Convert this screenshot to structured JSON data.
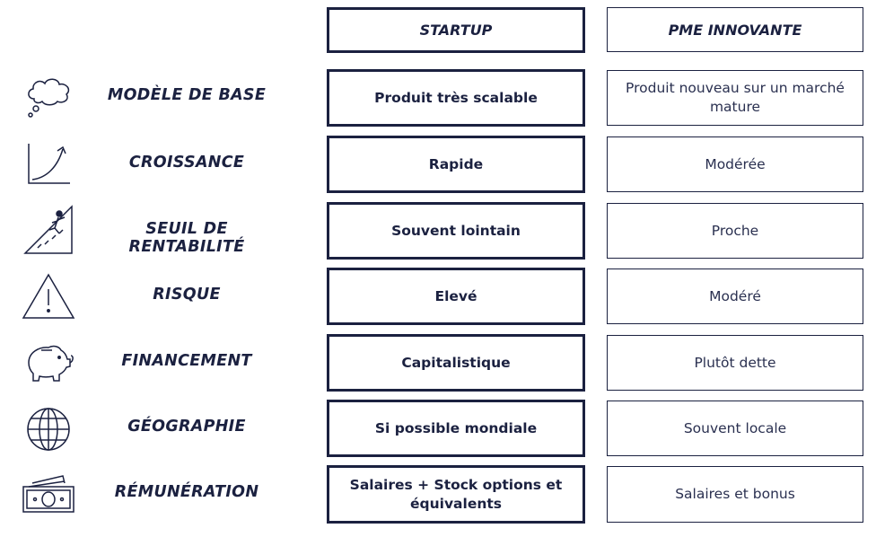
{
  "header": {
    "startup": "STARTUP",
    "pme": "PME INNOVANTE"
  },
  "rows": [
    {
      "icon": "cloud-thought-icon",
      "label": "MODÈLE DE BASE",
      "startup": "Produit très scalable",
      "pme": "Produit nouveau sur un marché mature"
    },
    {
      "icon": "growth-chart-icon",
      "label": "CROISSANCE",
      "startup": "Rapide",
      "pme": "Modérée"
    },
    {
      "icon": "climber-icon",
      "label": "SEUIL DE RENTABILITÉ",
      "startup": "Souvent lointain",
      "pme": "Proche"
    },
    {
      "icon": "warning-triangle-icon",
      "label": "RISQUE",
      "startup": "Elevé",
      "pme": "Modéré"
    },
    {
      "icon": "piggy-bank-icon",
      "label": "FINANCEMENT",
      "startup": "Capitalistique",
      "pme": "Plutôt dette"
    },
    {
      "icon": "globe-icon",
      "label": "GÉOGRAPHIE",
      "startup": "Si possible mondiale",
      "pme": "Souvent locale"
    },
    {
      "icon": "banknotes-icon",
      "label": "RÉMUNÉRATION",
      "startup": "Salaires + Stock options et équivalents",
      "pme": "Salaires et bonus"
    }
  ]
}
